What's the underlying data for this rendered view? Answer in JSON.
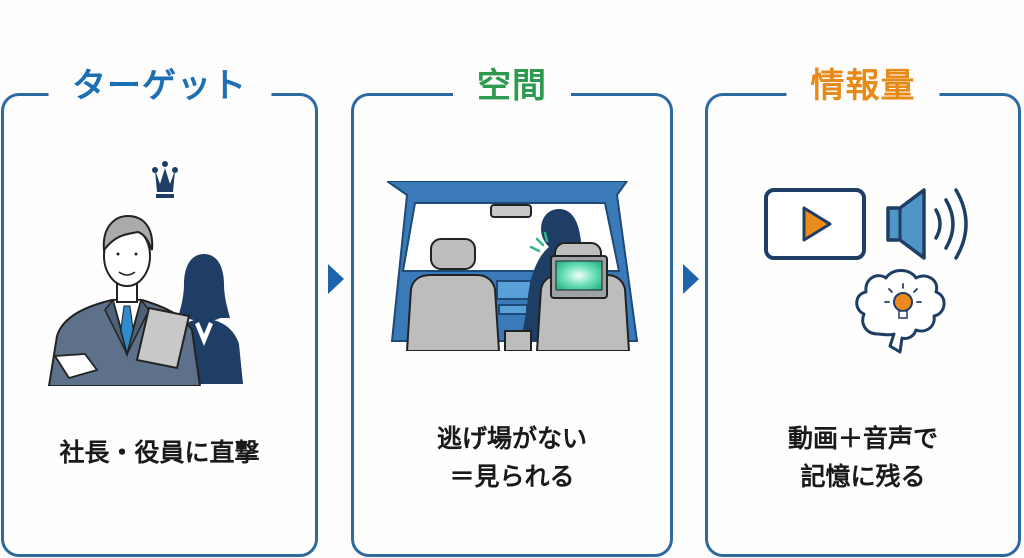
{
  "colors": {
    "border": "#2e6aa0",
    "arrow": "#1d64ad",
    "title_target": "#1d6fb5",
    "title_space": "#2e9a4f",
    "title_info": "#e88a1a",
    "navy": "#1f3e66",
    "orange": "#ec8a1c"
  },
  "panels": [
    {
      "title": "ターゲット",
      "icon": "executives-with-crown-icon",
      "caption_lines": [
        "社長・役員に直撃"
      ]
    },
    {
      "title": "空間",
      "icon": "car-interior-with-headrest-monitor-icon",
      "caption_lines": [
        "逃げ場がない",
        "＝見られる"
      ]
    },
    {
      "title": "情報量",
      "icon": "video-audio-brain-icon",
      "caption_lines": [
        "動画＋音声で",
        "記憶に残る"
      ]
    }
  ],
  "arrows": [
    "arrow-right-icon",
    "arrow-right-icon"
  ]
}
